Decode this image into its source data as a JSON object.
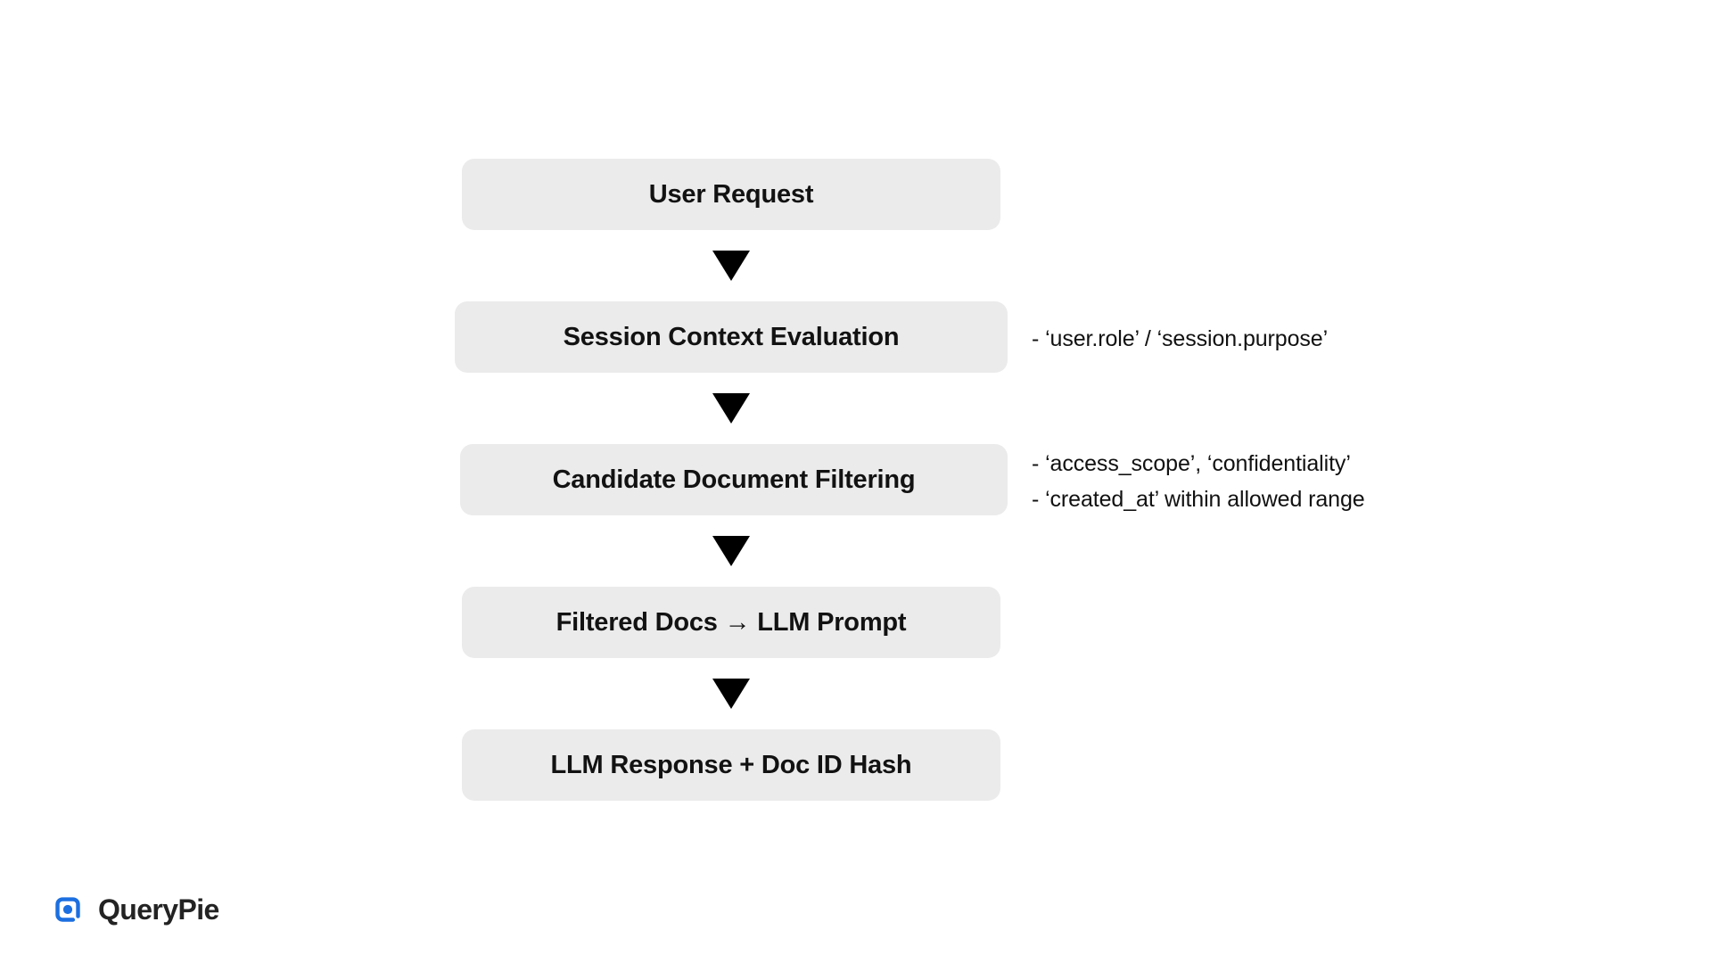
{
  "diagram": {
    "type": "flowchart",
    "orientation": "vertical",
    "node_fill": "#EBEBEB",
    "text_color": "#121212",
    "connector_color": "#000000",
    "nodes": [
      {
        "id": "user-request",
        "label": "User Request"
      },
      {
        "id": "session-context",
        "label": "Session Context Evaluation"
      },
      {
        "id": "candidate-filtering",
        "label": "Candidate Document Filtering"
      },
      {
        "id": "filtered-docs",
        "label": "Filtered Docs → LLM Prompt"
      },
      {
        "id": "llm-response",
        "label": "LLM Response + Doc ID Hash"
      }
    ],
    "connectors": [
      {
        "id": "connector-1",
        "glyph": "triangle-down"
      },
      {
        "id": "connector-2",
        "glyph": "triangle-down"
      },
      {
        "id": "connector-3",
        "glyph": "triangle-down"
      },
      {
        "id": "connector-4",
        "glyph": "triangle-down"
      }
    ],
    "annotations": [
      {
        "id": "annotation-session-context",
        "attached_to": "session-context",
        "lines": [
          "- ‘user.role’ / ‘session.purpose’"
        ]
      },
      {
        "id": "annotation-candidate-filtering",
        "attached_to": "candidate-filtering",
        "lines": [
          "- ‘access_scope’, ‘confidentiality’",
          "- ‘created_at’ within allowed range"
        ]
      }
    ]
  },
  "brand": {
    "name": "QueryPie",
    "mark_color": "#1C6FE0",
    "name_color": "#232323"
  }
}
